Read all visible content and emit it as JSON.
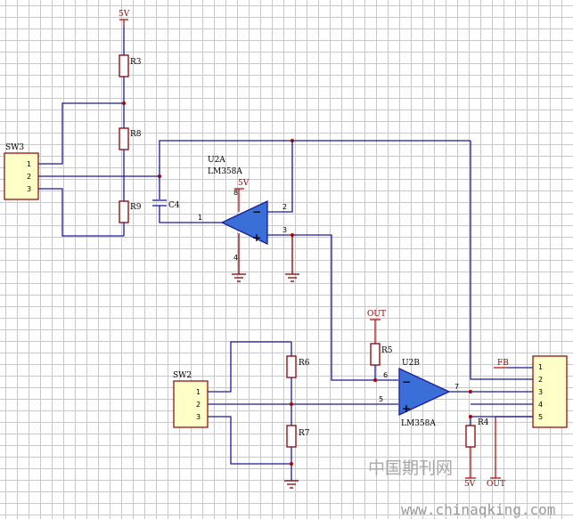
{
  "components": {
    "sw3": {
      "name": "SW3",
      "pins": [
        "1",
        "2",
        "3"
      ]
    },
    "sw2": {
      "name": "SW2",
      "pins": [
        "1",
        "2",
        "3"
      ]
    },
    "conn_fb": {
      "pins": [
        "1",
        "2",
        "3",
        "4",
        "5"
      ]
    },
    "r3": "R3",
    "r8": "R8",
    "r9": "R9",
    "r6": "R6",
    "r7": "R7",
    "r5": "R5",
    "r4": "R4",
    "c4": "C4",
    "u2a": {
      "ref": "U2A",
      "part": "LM358A",
      "pins": {
        "in_minus": "2",
        "in_plus": "3",
        "out": "1",
        "vcc": "8",
        "gnd": "4"
      }
    },
    "u2b": {
      "ref": "U2B",
      "part": "LM358A",
      "pins": {
        "in_minus": "6",
        "in_plus": "5",
        "out": "7"
      }
    }
  },
  "nets": {
    "vcc_top": "5V",
    "vcc_u2a": "5V",
    "vcc_r4": "5V",
    "out_r5": "OUT",
    "out_right": "OUT",
    "fb": "FB"
  },
  "symbols": {
    "minus": "−",
    "plus": "+"
  },
  "watermark": {
    "cn": "中国期刊网",
    "url": "www.chinaqking.com"
  }
}
